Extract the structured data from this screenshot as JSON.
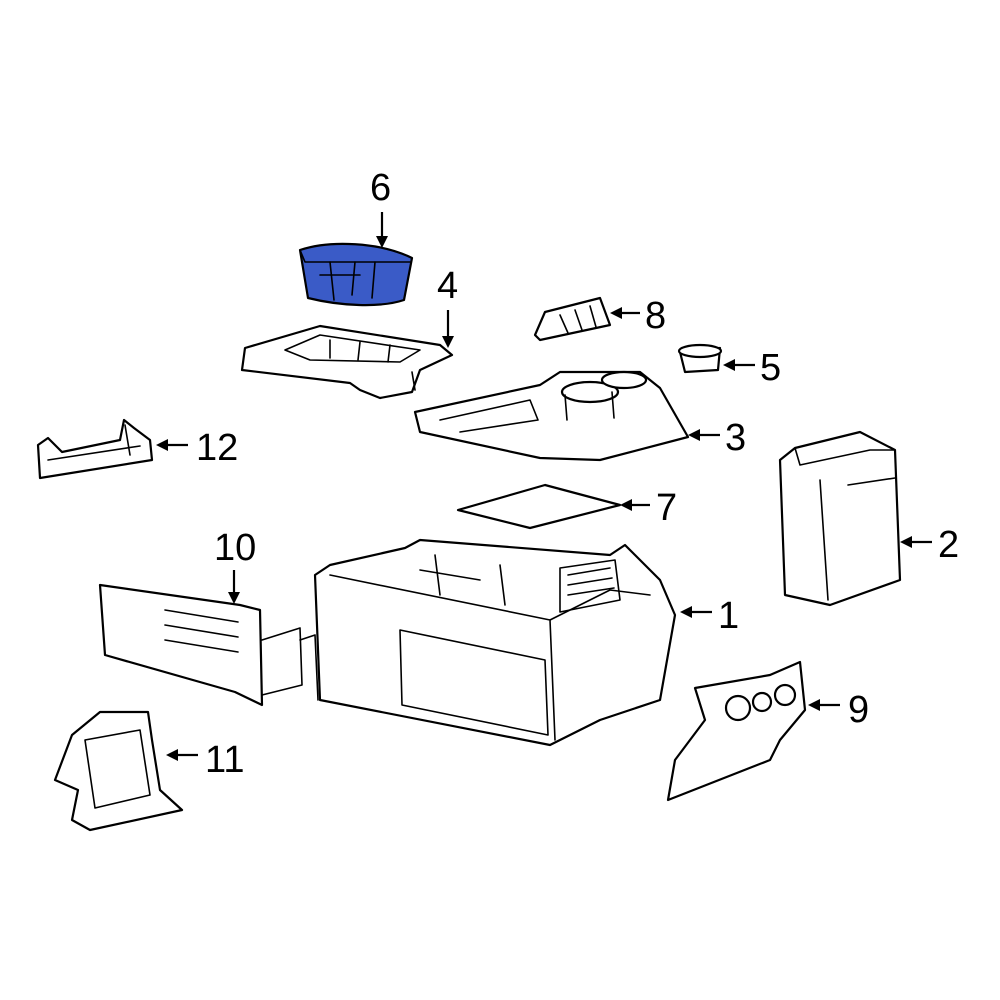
{
  "diagram": {
    "highlight_color": "#3a5bc7",
    "callouts": [
      {
        "id": "1",
        "label": "1"
      },
      {
        "id": "2",
        "label": "2"
      },
      {
        "id": "3",
        "label": "3"
      },
      {
        "id": "4",
        "label": "4"
      },
      {
        "id": "5",
        "label": "5"
      },
      {
        "id": "6",
        "label": "6"
      },
      {
        "id": "7",
        "label": "7"
      },
      {
        "id": "8",
        "label": "8"
      },
      {
        "id": "9",
        "label": "9"
      },
      {
        "id": "10",
        "label": "10"
      },
      {
        "id": "11",
        "label": "11"
      },
      {
        "id": "12",
        "label": "12"
      }
    ],
    "highlighted_part": "6"
  }
}
